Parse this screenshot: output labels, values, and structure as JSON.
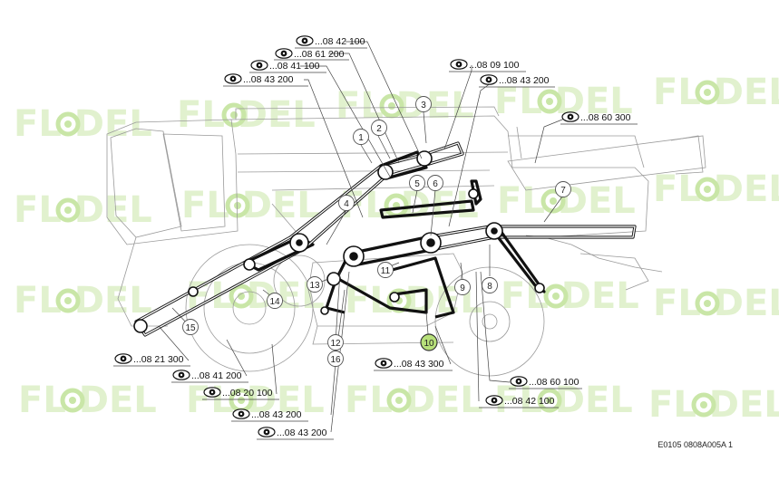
{
  "watermark": {
    "text": "FL  DEL",
    "color": "#c9e6a7"
  },
  "references": [
    {
      "id": "r1",
      "icon": "eye-icon",
      "text": "...08 42 100"
    },
    {
      "id": "r2",
      "icon": "eye-icon",
      "text": "...08 61 200"
    },
    {
      "id": "r3",
      "icon": "eye-icon",
      "text": "...08 41 100"
    },
    {
      "id": "r4",
      "icon": "eye-icon",
      "text": "...08 43 200"
    },
    {
      "id": "r5",
      "icon": "eye-icon",
      "text": "...08 09 100"
    },
    {
      "id": "r6",
      "icon": "eye-icon",
      "text": "...08 43 200"
    },
    {
      "id": "r7",
      "icon": "eye-icon",
      "text": "...08 60 300"
    },
    {
      "id": "r8",
      "icon": "eye-icon",
      "text": "...08 21 300"
    },
    {
      "id": "r9",
      "icon": "eye-icon",
      "text": "...08 41 200"
    },
    {
      "id": "r10",
      "icon": "eye-icon",
      "text": "...08 20 100"
    },
    {
      "id": "r11",
      "icon": "eye-icon",
      "text": "...08 43 200"
    },
    {
      "id": "r12",
      "icon": "eye-icon",
      "text": "...08 43 200"
    },
    {
      "id": "r13",
      "icon": "eye-icon",
      "text": "...08 43 300"
    },
    {
      "id": "r14",
      "icon": "eye-icon",
      "text": "...08 60 100"
    },
    {
      "id": "r15",
      "icon": "eye-icon",
      "text": "...08 42 100"
    }
  ],
  "callouts": [
    "1",
    "2",
    "3",
    "4",
    "5",
    "6",
    "7",
    "8",
    "9",
    "10",
    "11",
    "12",
    "13",
    "14",
    "15",
    "16"
  ],
  "highlight": {
    "callout": "10",
    "color": "#b7e07a"
  },
  "doc_code": "E0105 0808A005A 1"
}
